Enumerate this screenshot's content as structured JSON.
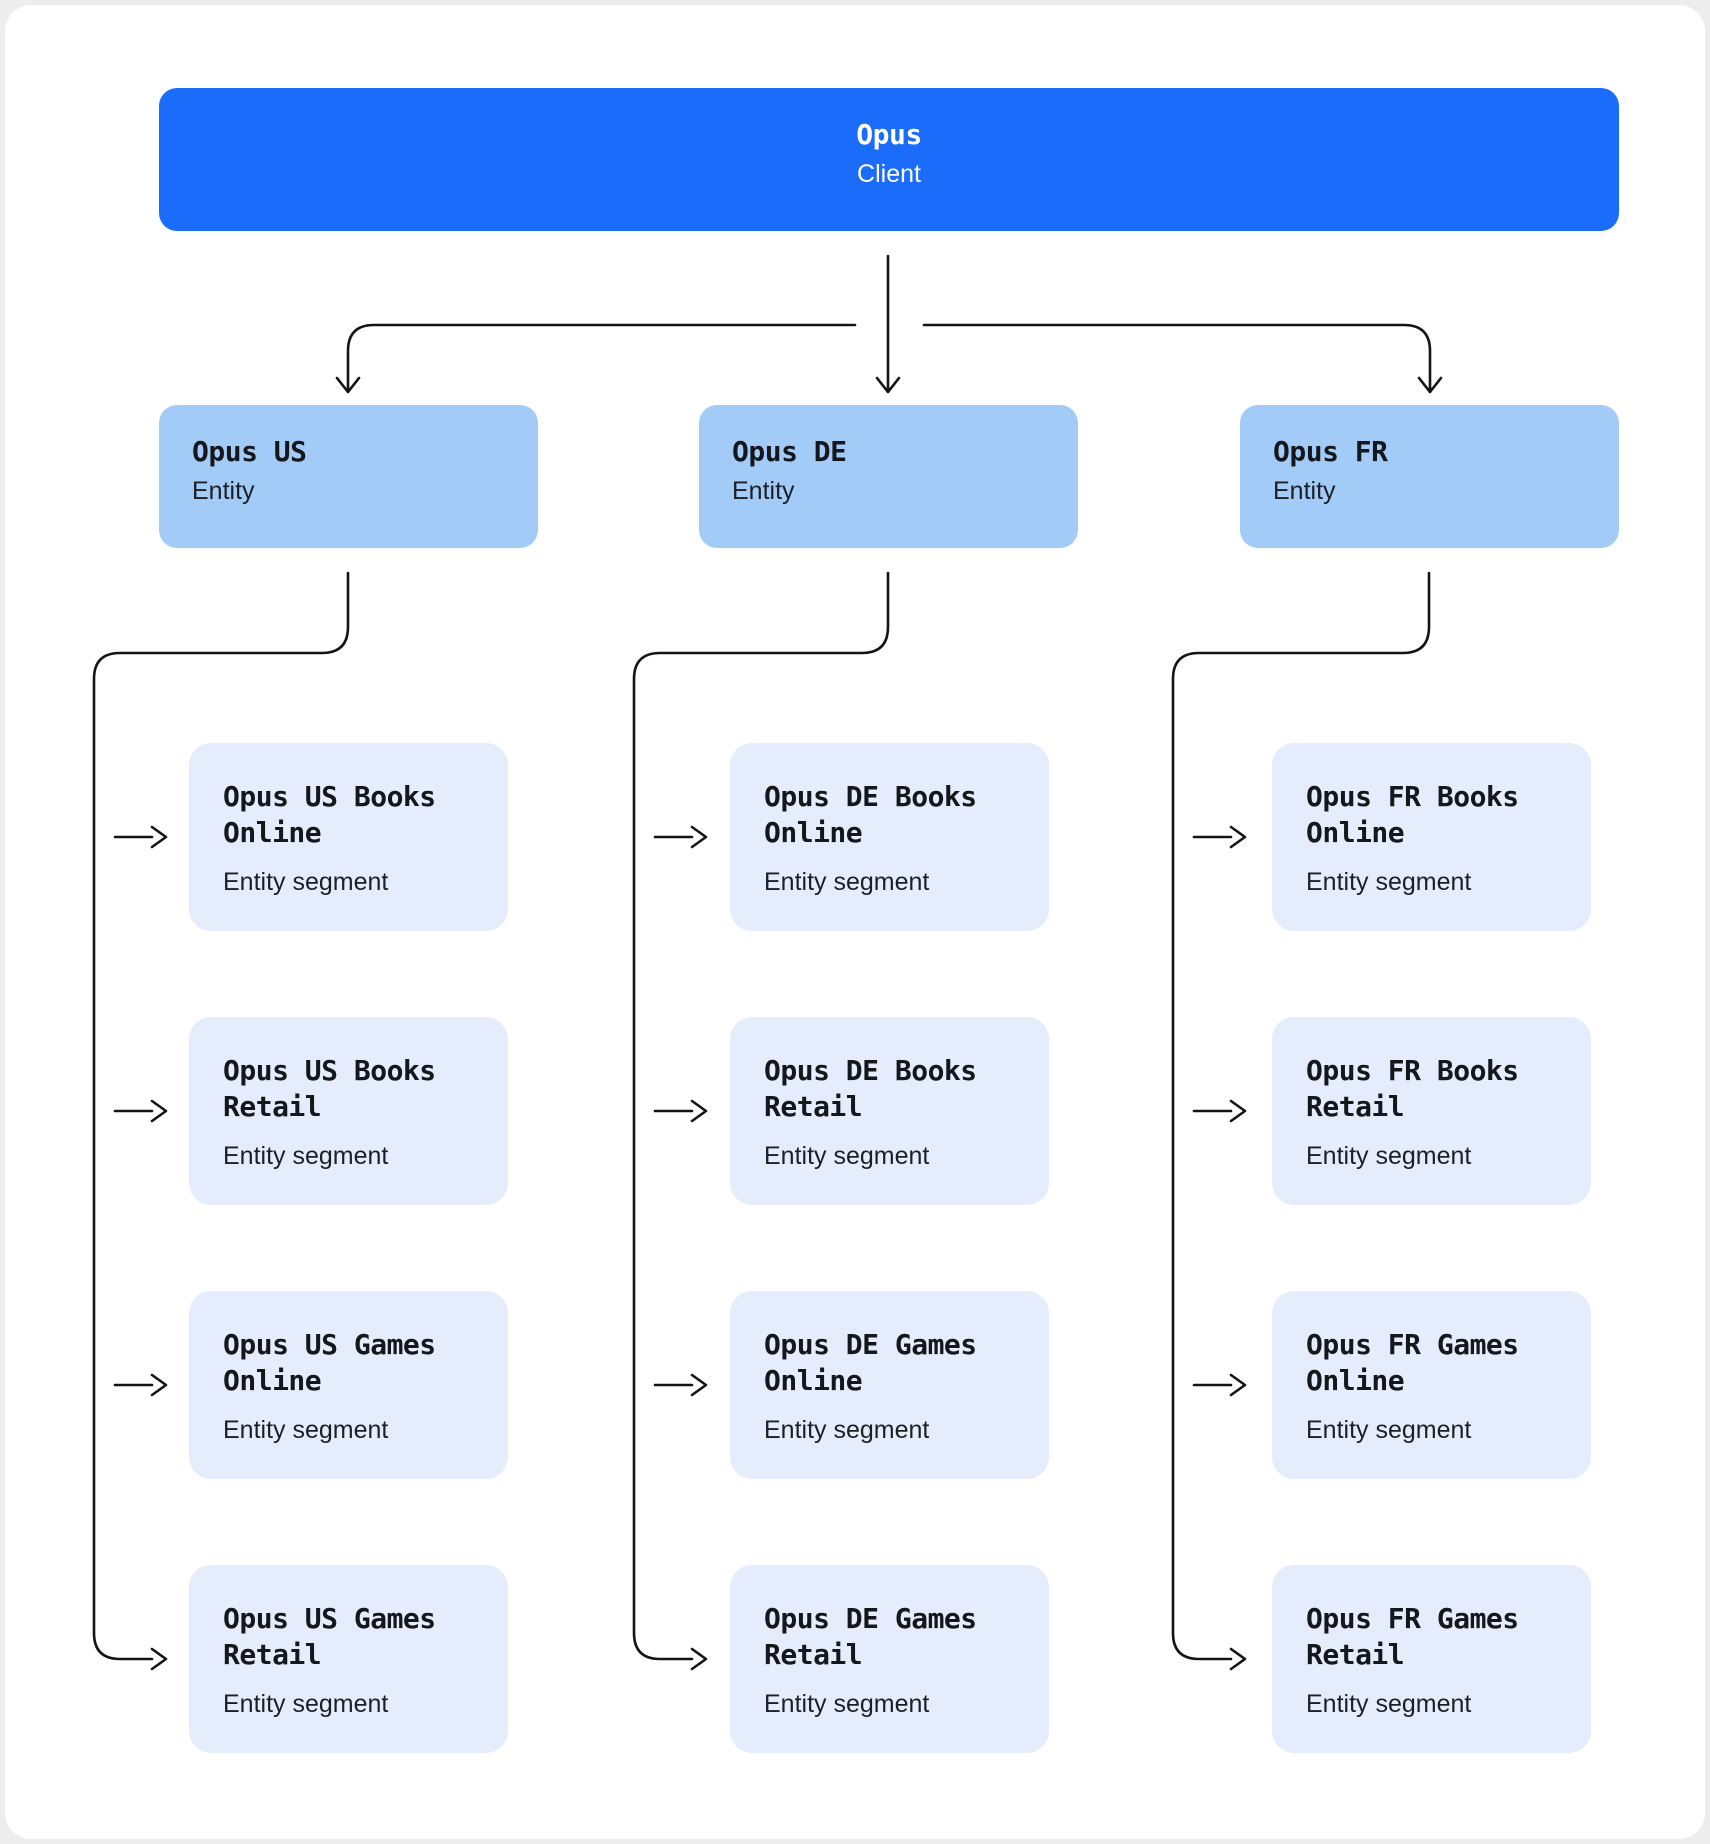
{
  "root": {
    "title": "Opus",
    "subtitle": "Client"
  },
  "entities": [
    {
      "title": "Opus US",
      "subtitle": "Entity",
      "segments": [
        {
          "title": "Opus US Books Online",
          "subtitle": "Entity segment"
        },
        {
          "title": "Opus US Books Retail",
          "subtitle": "Entity segment"
        },
        {
          "title": "Opus US Games Online",
          "subtitle": "Entity segment"
        },
        {
          "title": "Opus US Games Retail",
          "subtitle": "Entity segment"
        }
      ]
    },
    {
      "title": "Opus DE",
      "subtitle": "Entity",
      "segments": [
        {
          "title": "Opus DE Books Online",
          "subtitle": "Entity segment"
        },
        {
          "title": "Opus DE Books Retail",
          "subtitle": "Entity segment"
        },
        {
          "title": "Opus DE Games Online",
          "subtitle": "Entity segment"
        },
        {
          "title": "Opus DE Games Retail",
          "subtitle": "Entity segment"
        }
      ]
    },
    {
      "title": "Opus FR",
      "subtitle": "Entity",
      "segments": [
        {
          "title": "Opus FR Books Online",
          "subtitle": "Entity segment"
        },
        {
          "title": "Opus FR Books Retail",
          "subtitle": "Entity segment"
        },
        {
          "title": "Opus FR Games Online",
          "subtitle": "Entity segment"
        },
        {
          "title": "Opus FR Games Retail",
          "subtitle": "Entity segment"
        }
      ]
    }
  ],
  "colors": {
    "root_bg": "#1b6cfa",
    "root_text": "#ffffff",
    "entity_bg": "#a3cbf8",
    "segment_bg": "#e5edfc",
    "text": "#14171c",
    "connector": "#141414",
    "canvas_bg": "#ededee",
    "card_bg": "#ffffff"
  }
}
